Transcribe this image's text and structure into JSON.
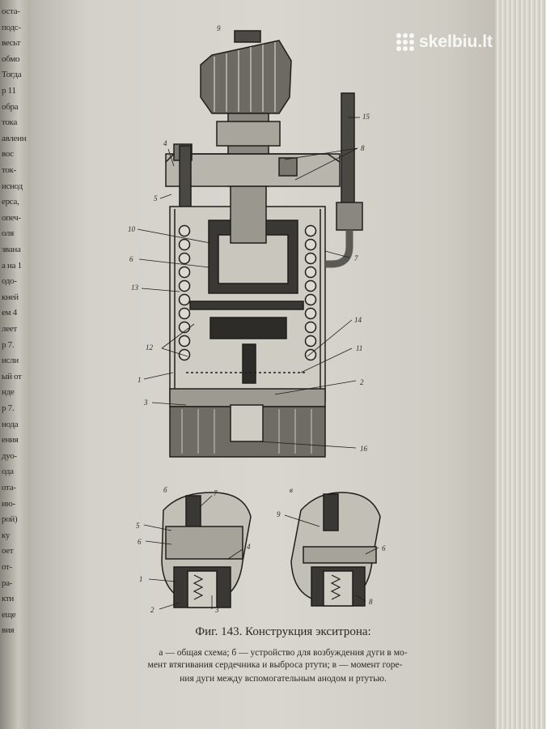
{
  "watermark": {
    "brand": "skelbiu.lt",
    "icon": "dot-grid-icon"
  },
  "left_page_fragments": [
    "оста-",
    "подс-",
    "весьт",
    "обмо",
    "Тогда",
    "р 11",
    "обра",
    "тока",
    "авленн",
    "вос",
    "ток-",
    "иснод",
    "ерса,",
    "опеч-",
    "оля",
    "звана",
    "а на 1",
    "одо-",
    "кней",
    "ем 4",
    "леет",
    "р 7.",
    "исли",
    "ый от",
    "нде",
    "р 7.",
    "нода",
    "ения",
    "дуо-",
    "ода",
    "ота-",
    "ию-",
    "рой)",
    "ку",
    "оет",
    "от-",
    "ра-",
    "кти",
    "еще",
    "вия"
  ],
  "figure_labels": {
    "main": [
      "9",
      "4",
      "5",
      "10",
      "6",
      "13",
      "12",
      "1",
      "3",
      "15",
      "8",
      "7",
      "14",
      "11",
      "2",
      "16"
    ],
    "left_inset": [
      "б",
      "7",
      "5",
      "6",
      "1",
      "2",
      "4",
      "3"
    ],
    "right_inset": [
      "в",
      "9",
      "6",
      "8"
    ]
  },
  "caption": {
    "title": "Фиг. 143. Конструкция экситрона:",
    "line1": "а — общая схема; б — устройство для возбуждения дуги в мо-",
    "line2": "мент втягивания сердечника и выброса ртути; в — момент горе-",
    "line3": "ния дуги между вспомогательным анодом и ртутью."
  }
}
